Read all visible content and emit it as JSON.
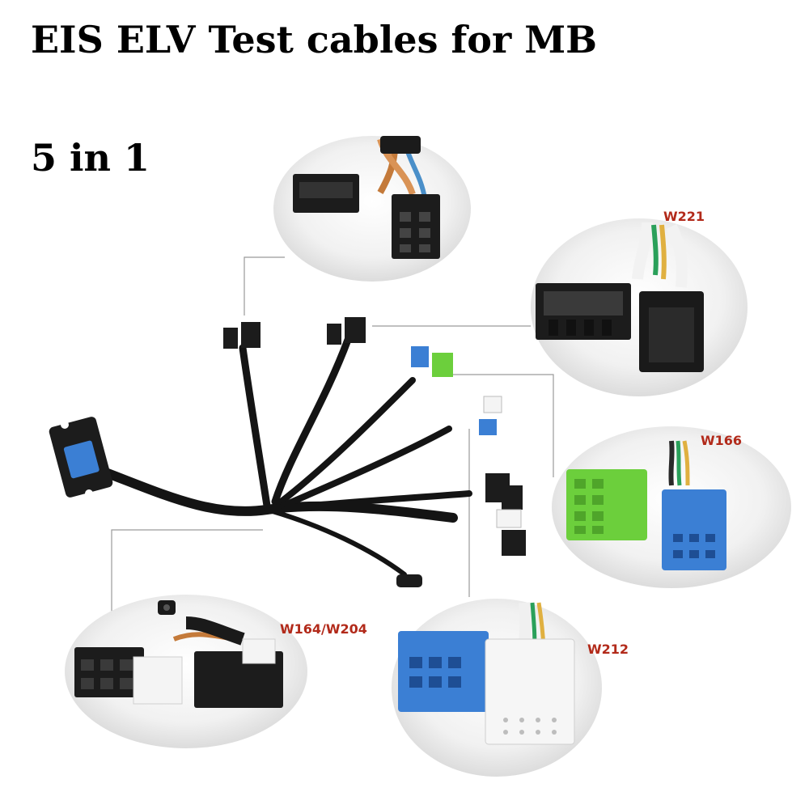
{
  "heading": {
    "title": "EIS ELV Test cables for MB",
    "subtitle": "5 in 1"
  },
  "labels": {
    "w221": "W221",
    "w166": "W166",
    "w164_w204": "W164/W204",
    "w212": "W212"
  },
  "colors": {
    "cable": "#141414",
    "label_red": "#b22a1a",
    "connector_blue": "#3b7fd4",
    "connector_green": "#6ccf3c",
    "connector_white": "#f4f4f4",
    "leader_line": "#9a9a9a"
  }
}
